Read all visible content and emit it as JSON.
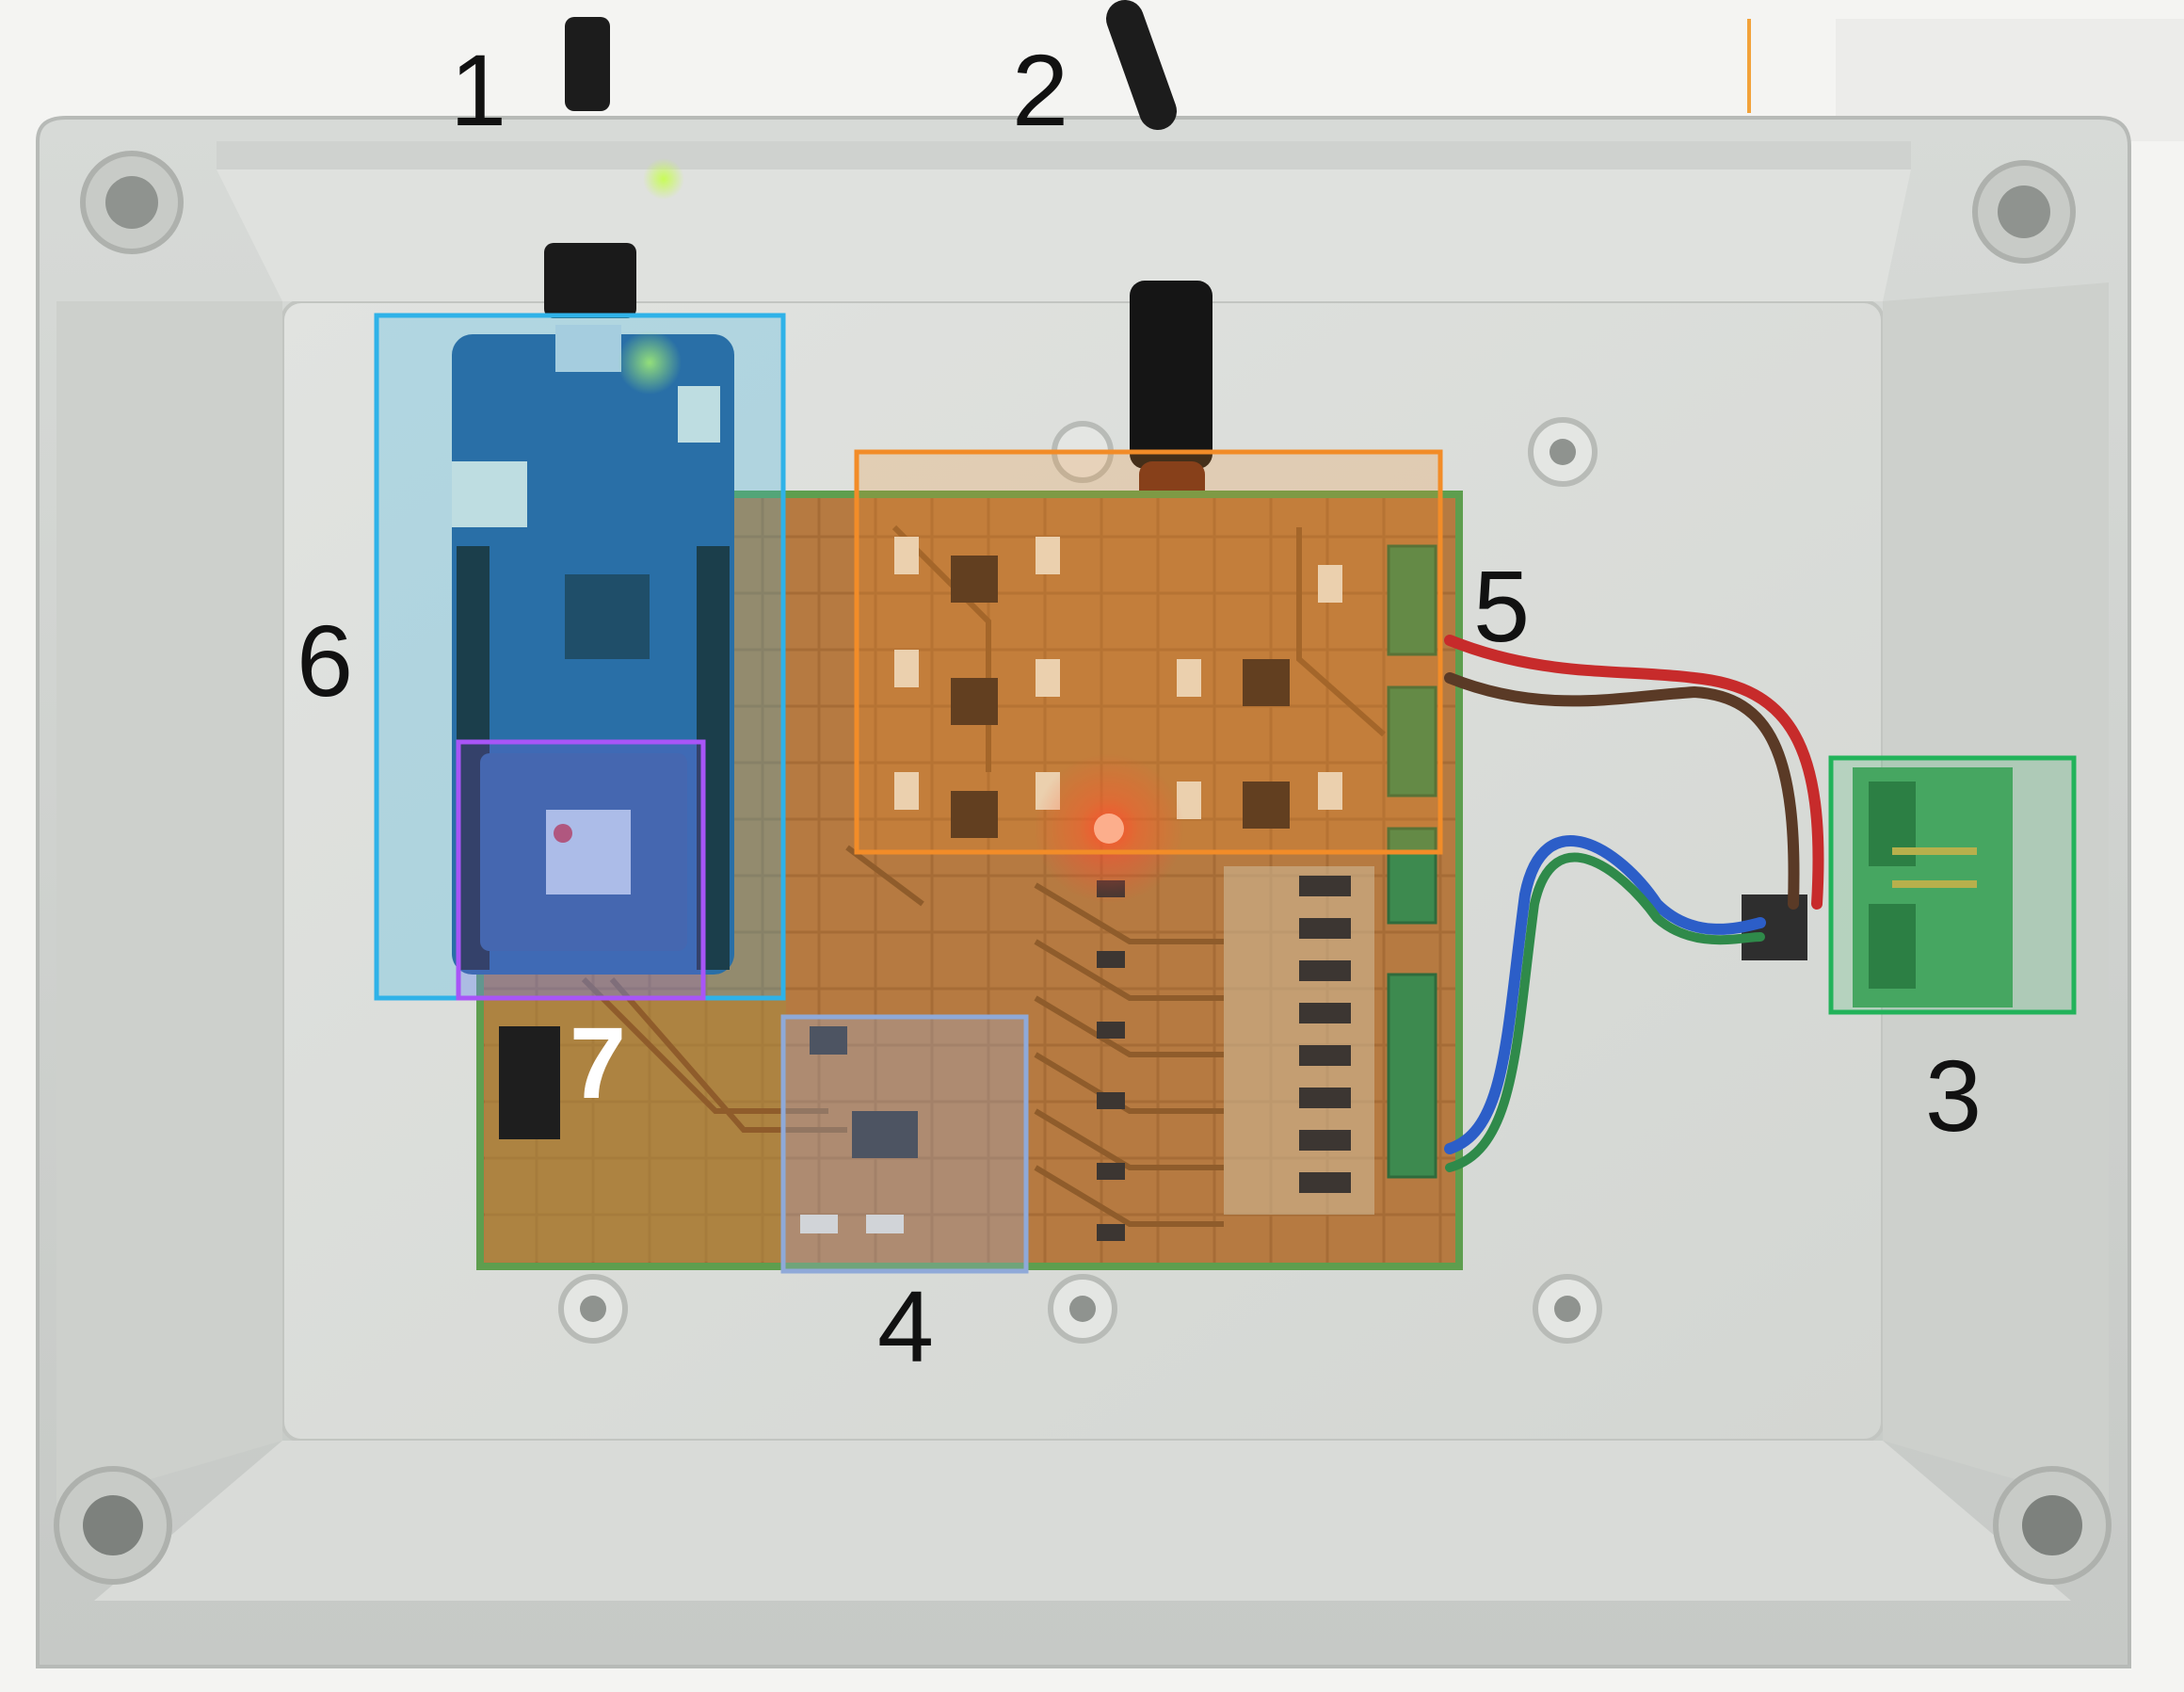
{
  "labels": [
    "1",
    "2",
    "3",
    "4",
    "5",
    "6",
    "7"
  ],
  "colors": {
    "box_microcontroller": "#29b6e8",
    "box_module": "#a855f7",
    "box_amplifier": "#f28c28",
    "box_multiplexer": "#8fa9d8",
    "box_connector": "#22b35a",
    "pcb": "#b5783f",
    "enclosure": "#d9dcd9"
  },
  "icons": [
    "connector-1-icon",
    "connector-2-icon",
    "led-red-icon",
    "led-green-icon"
  ]
}
